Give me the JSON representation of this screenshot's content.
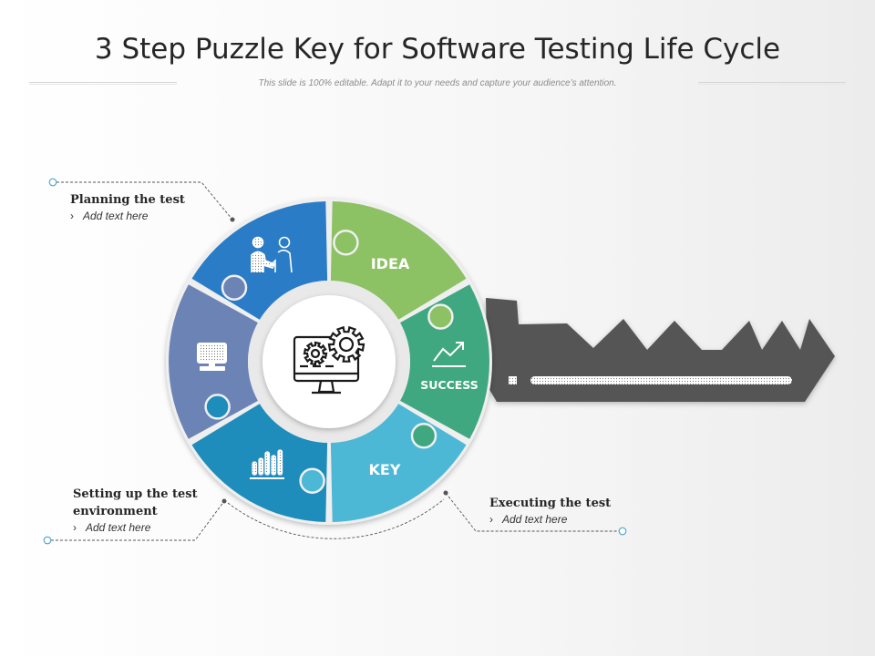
{
  "header": {
    "title": "3 Step Puzzle Key for Software Testing Life Cycle",
    "subtitle": "This slide is 100% editable. Adapt it to your needs and capture your audience’s attention."
  },
  "wheel": {
    "segments": [
      {
        "label": "IDEA",
        "color": "#8cc164"
      },
      {
        "label": "SUCCESS",
        "color": "#3fa880"
      },
      {
        "label": "KEY",
        "color": "#4cb8d6"
      },
      {
        "label": "",
        "color": "#1f8dbc"
      },
      {
        "label": "",
        "color": "#6b84b5"
      },
      {
        "label": "",
        "color": "#2a7cc7"
      }
    ],
    "icons": [
      "business-meeting-icon",
      "trend-arrow-icon",
      "bar-chart-icon",
      "monitor-icon",
      "computer-gears-icon"
    ]
  },
  "key_color": "#545457",
  "steps": [
    {
      "title": "Planning the test",
      "chevron": "›",
      "text": "Add text here"
    },
    {
      "title": "Setting up the test environment",
      "chevron": "›",
      "text": "Add text here"
    },
    {
      "title": "Executing the test",
      "chevron": "›",
      "text": "Add text here"
    }
  ],
  "accent_color": "#4aa3d6"
}
